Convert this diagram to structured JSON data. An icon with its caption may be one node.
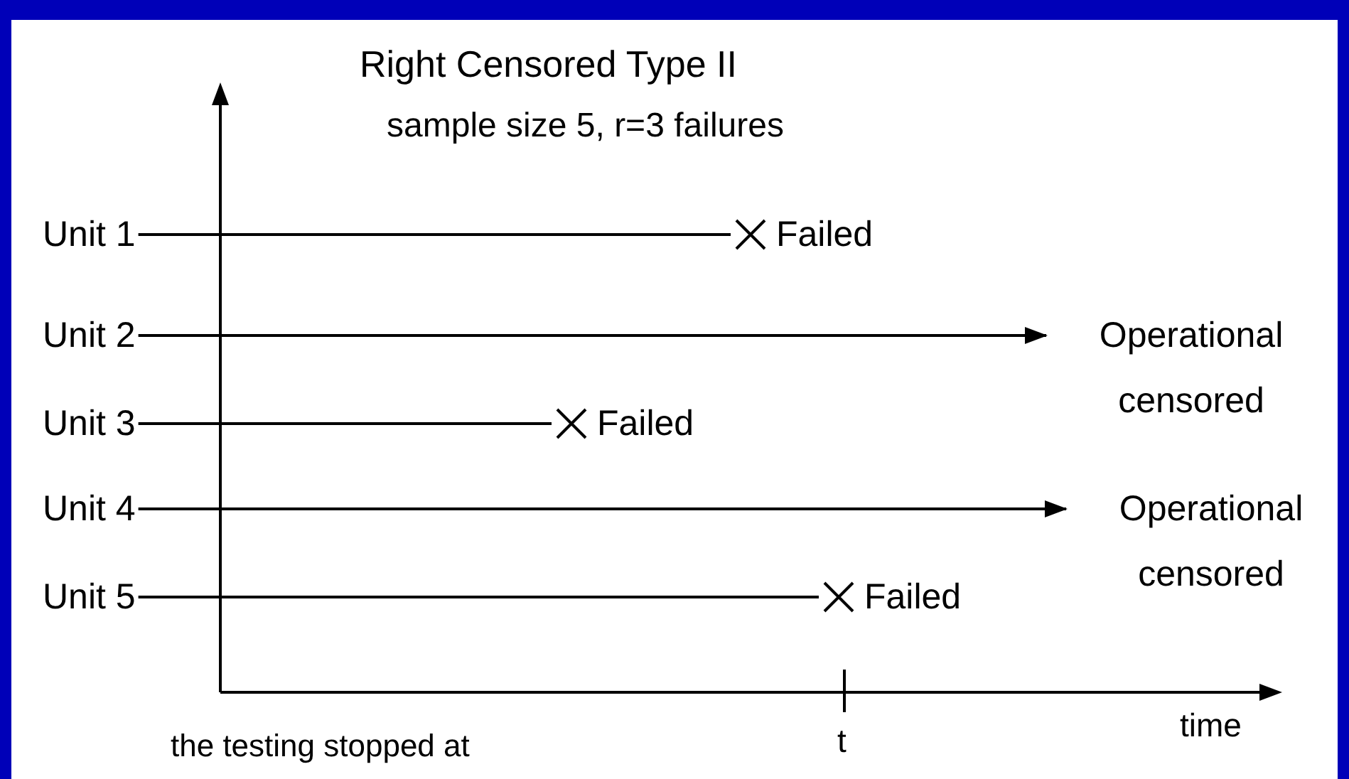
{
  "diagram": {
    "title": "Right Censored Type II",
    "nodes": [
      {
        "text": [
          "Unit 1"
        ]
      },
      {
        "text": [
          "Unit 2"
        ]
      },
      {
        "text": [
          "Unit 3"
        ]
      },
      {
        "text": [
          "Unit 4"
        ]
      },
      {
        "text": [
          "Unit 5"
        ]
      },
      {
        "text": [
          "Failed"
        ]
      },
      {
        "text": [
          "Operational censored"
        ]
      },
      {
        "text": [
          "Failed"
        ]
      },
      {
        "text": [
          "Operational censored"
        ]
      },
      {
        "text": [
          "Failed"
        ]
      }
    ],
    "edges": [
      {
        "from": 0,
        "to": 5,
        "arrow": "none"
      },
      {
        "from": 1,
        "to": 6,
        "arrow": "to"
      },
      {
        "from": 2,
        "to": 7,
        "arrow": "none"
      },
      {
        "from": 3,
        "to": 8,
        "arrow": "to"
      },
      {
        "from": 4,
        "to": 9,
        "arrow": "none"
      }
    ],
    "labels": [
      "sample size 5, r=3 failures",
      "time",
      "t",
      "the testing stopped at"
    ]
  }
}
